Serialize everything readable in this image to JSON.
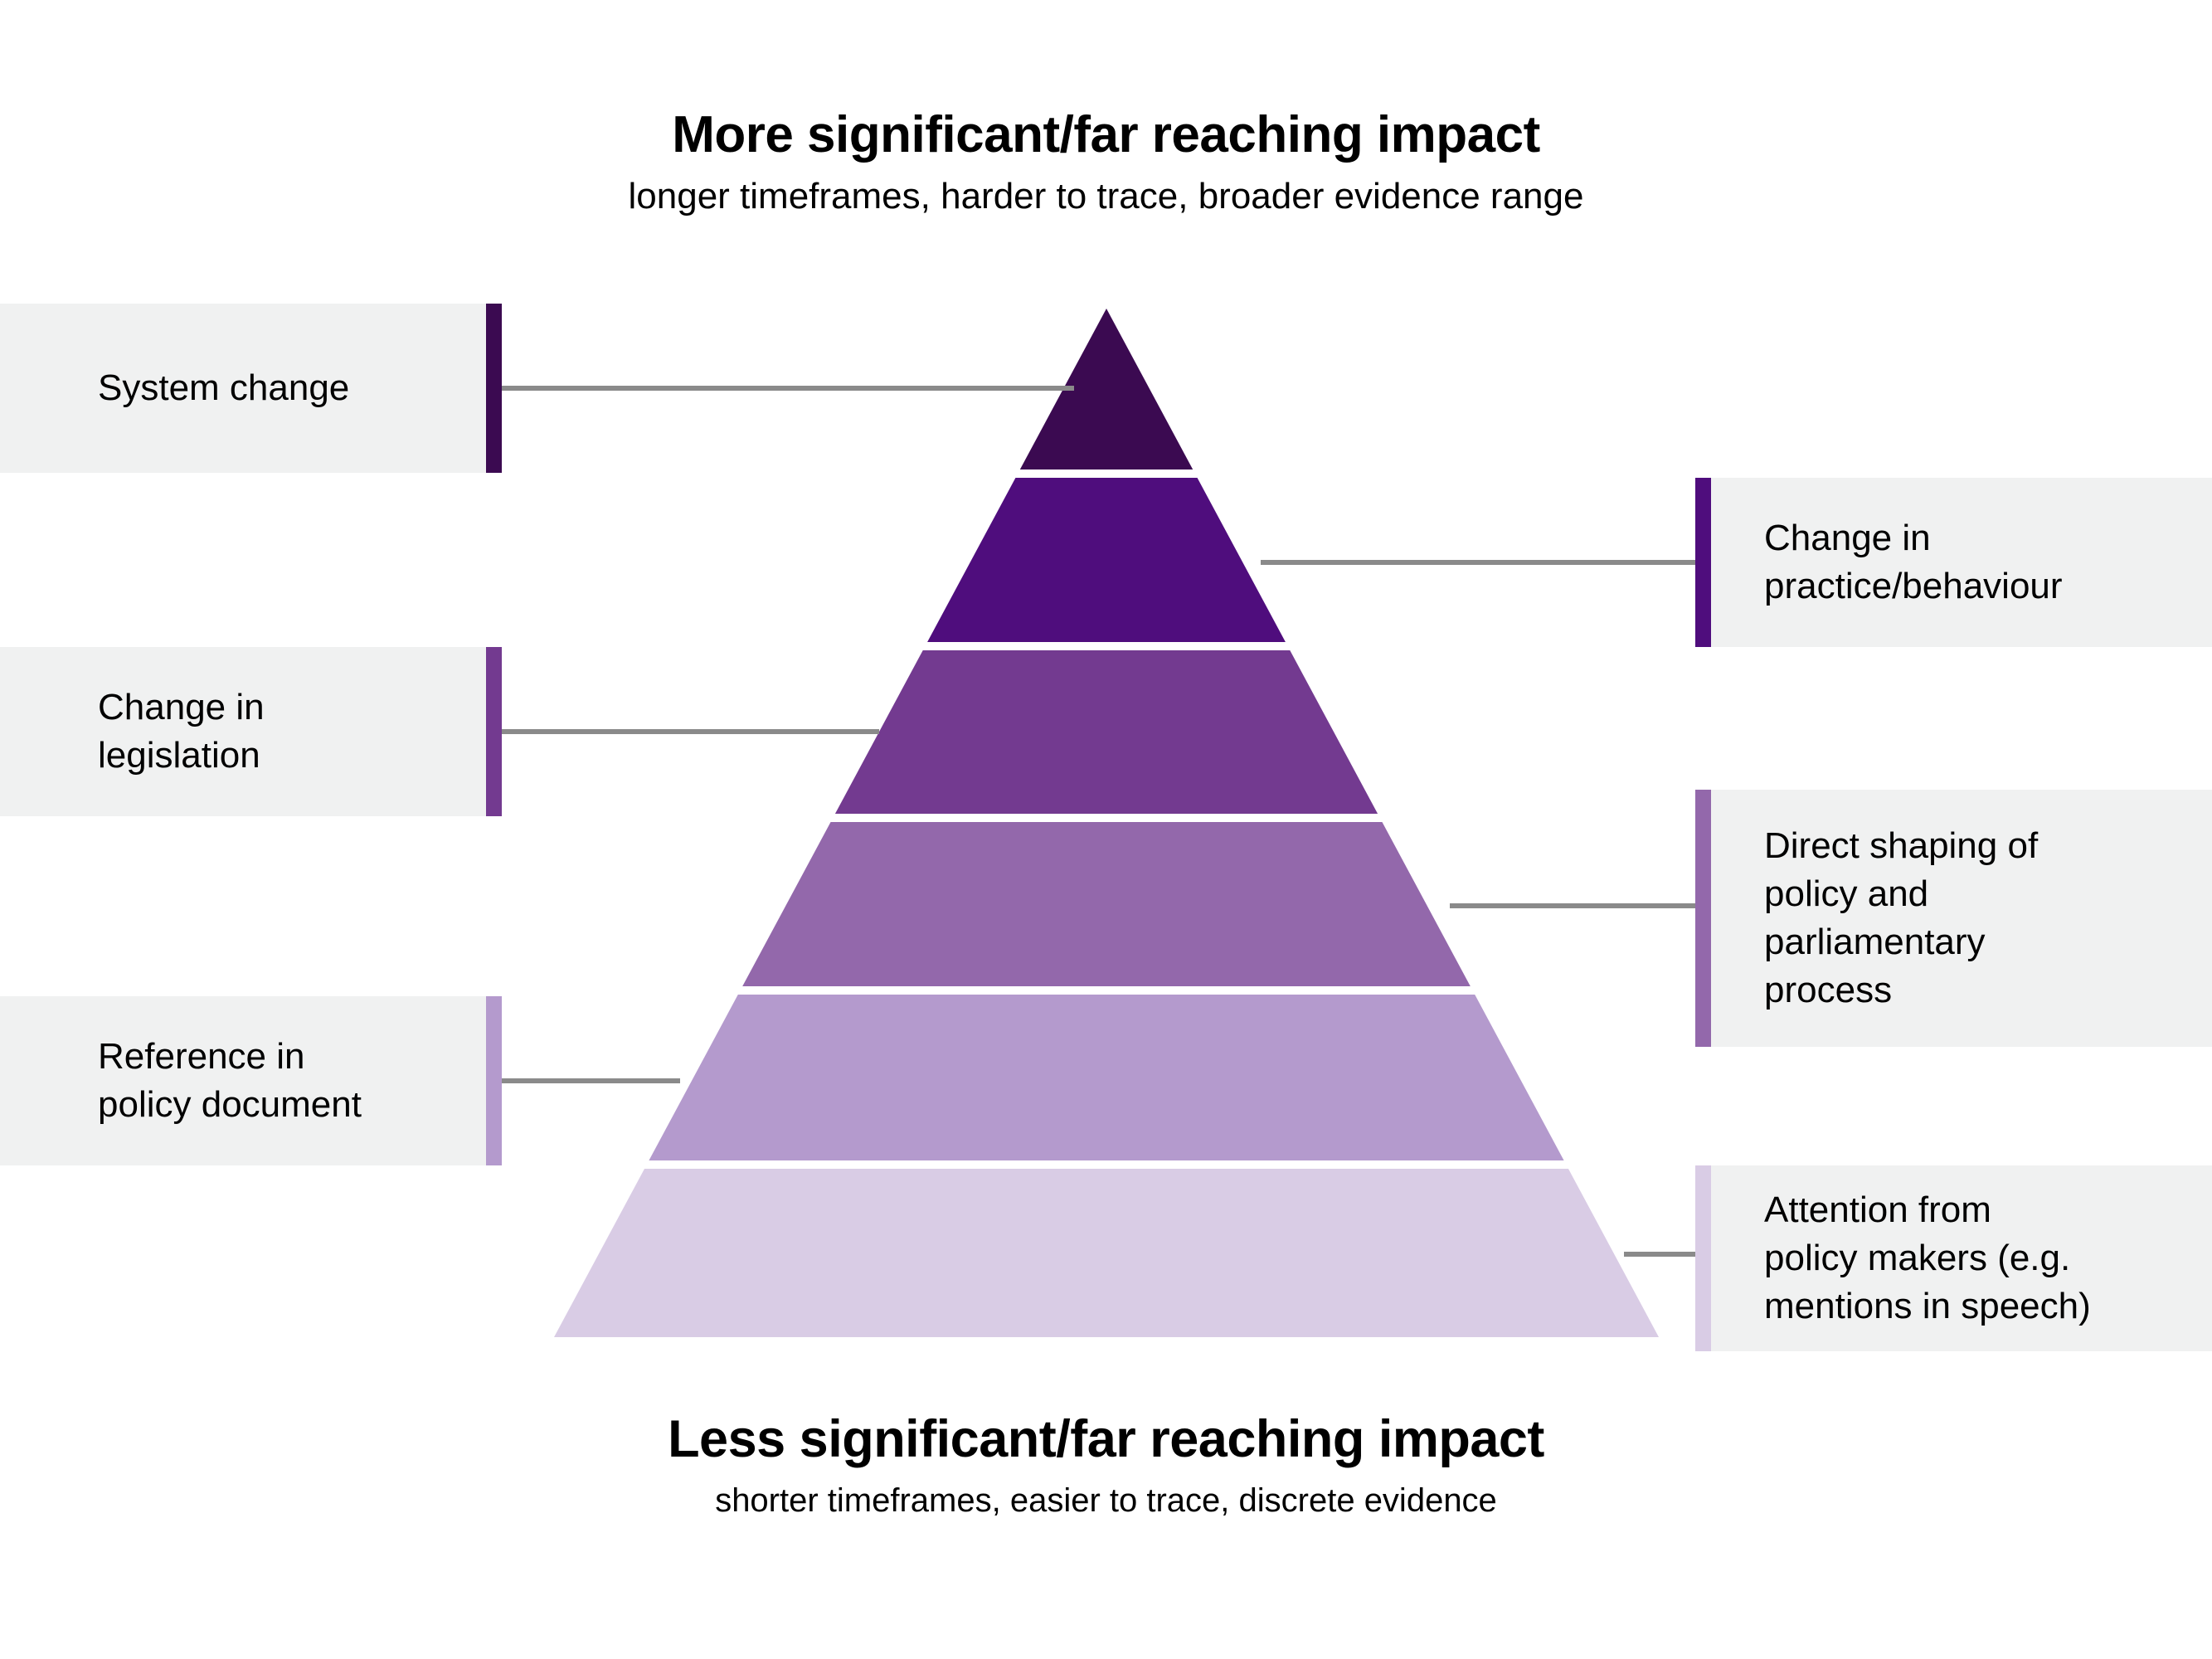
{
  "top_caption": {
    "title": "More significant/far reaching impact",
    "subtitle": "longer timeframes, harder to trace, broader evidence range"
  },
  "bottom_caption": {
    "title": "Less significant/far reaching impact",
    "subtitle": "shorter timeframes, easier to trace, discrete evidence"
  },
  "chart_data": {
    "type": "pyramid",
    "title": "More significant/far reaching impact",
    "subtitle": "longer timeframes, harder to trace, broader evidence range",
    "orientation": "apex-top",
    "levels_top_to_bottom": [
      {
        "rank": 1,
        "label": "System change",
        "color": "#3b0a51",
        "side": "left"
      },
      {
        "rank": 2,
        "label": "Change in practice/behaviour",
        "color": "#4f0d7d",
        "side": "right"
      },
      {
        "rank": 3,
        "label": "Change in legislation",
        "color": "#733a90",
        "side": "left"
      },
      {
        "rank": 4,
        "label": "Direct shaping of policy and parliamentary process",
        "color": "#9368ab",
        "side": "right"
      },
      {
        "rank": 5,
        "label": "Reference in policy document",
        "color": "#b49acd",
        "side": "left"
      },
      {
        "rank": 6,
        "label": "Attention from policy makers (e.g. mentions in speech)",
        "color": "#d9cce5",
        "side": "right"
      }
    ]
  },
  "levels": [
    {
      "id": "system-change",
      "label": "System change",
      "accent": "#3b0a51"
    },
    {
      "id": "change-practice-behaviour",
      "label": "Change in\npractice/behaviour",
      "accent": "#4f0d7d"
    },
    {
      "id": "change-legislation",
      "label": "Change in\nlegislation",
      "accent": "#733a90"
    },
    {
      "id": "direct-shaping-policy",
      "label": "Direct shaping of\npolicy and\nparliamentary\nprocess",
      "accent": "#9368ab"
    },
    {
      "id": "reference-policy-document",
      "label": "Reference in\npolicy document",
      "accent": "#b49acd"
    },
    {
      "id": "attention-policy-makers",
      "label": "Attention from\npolicy makers (e.g.\nmentions in speech)",
      "accent": "#d9cce5"
    }
  ],
  "colors": {
    "band_1": "#3b0a51",
    "band_2": "#4f0d7d",
    "band_3": "#733a90",
    "band_4": "#9368ab",
    "band_5": "#b49acd",
    "band_6": "#d9cce5",
    "box_background": "#f0f1f1",
    "connector": "#8a8a8a",
    "page_background": "#ffffff"
  }
}
